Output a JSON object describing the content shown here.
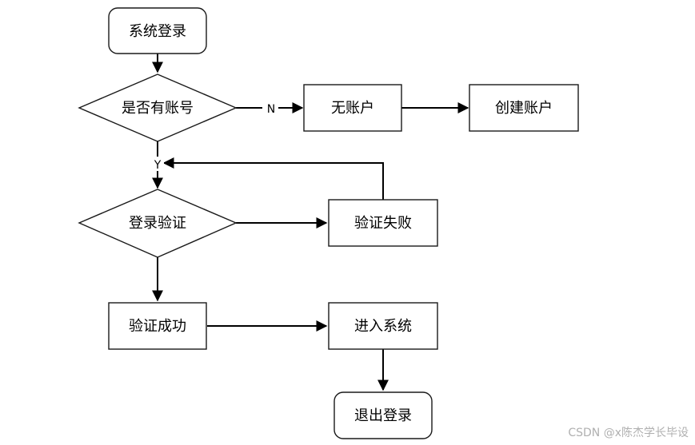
{
  "diagram": {
    "nodes": {
      "start": "系统登录",
      "has_account": "是否有账号",
      "no_account": "无账户",
      "create_account": "创建账户",
      "login_verify": "登录验证",
      "verify_fail": "验证失败",
      "verify_success": "验证成功",
      "enter_system": "进入系统",
      "logout": "退出登录"
    },
    "edge_labels": {
      "no": "N",
      "yes": "Y"
    }
  },
  "watermark": "CSDN @x陈杰学长毕设"
}
